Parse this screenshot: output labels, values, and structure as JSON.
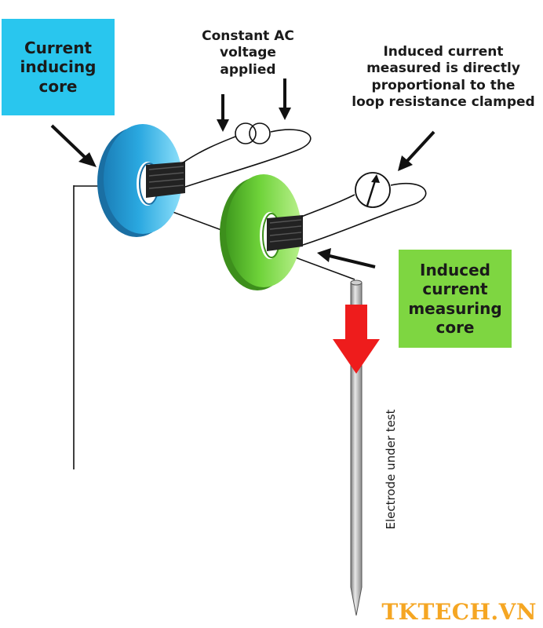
{
  "labels": {
    "inducing_core": "Current\ninducing\ncore",
    "measuring_core": "Induced\ncurrent\nmeasuring\ncore",
    "voltage": "Constant AC\nvoltage\napplied",
    "measured": "Induced current\nmeasured is directly\nproportional to the\nloop resistance clamped",
    "electrode": "Electrode under test"
  },
  "watermark": "TKTECH.VN",
  "colors": {
    "inducing_box": "#29c6ee",
    "measuring_box": "#7ed641",
    "inducing_core": "#2aa8e0",
    "measuring_core": "#6fd33a",
    "arrow_red": "#ee1c1c",
    "watermark": "#f5a623",
    "winding": "#222222"
  },
  "icons": {
    "source": "ac-voltage-source-icon",
    "meter": "ammeter-icon"
  }
}
